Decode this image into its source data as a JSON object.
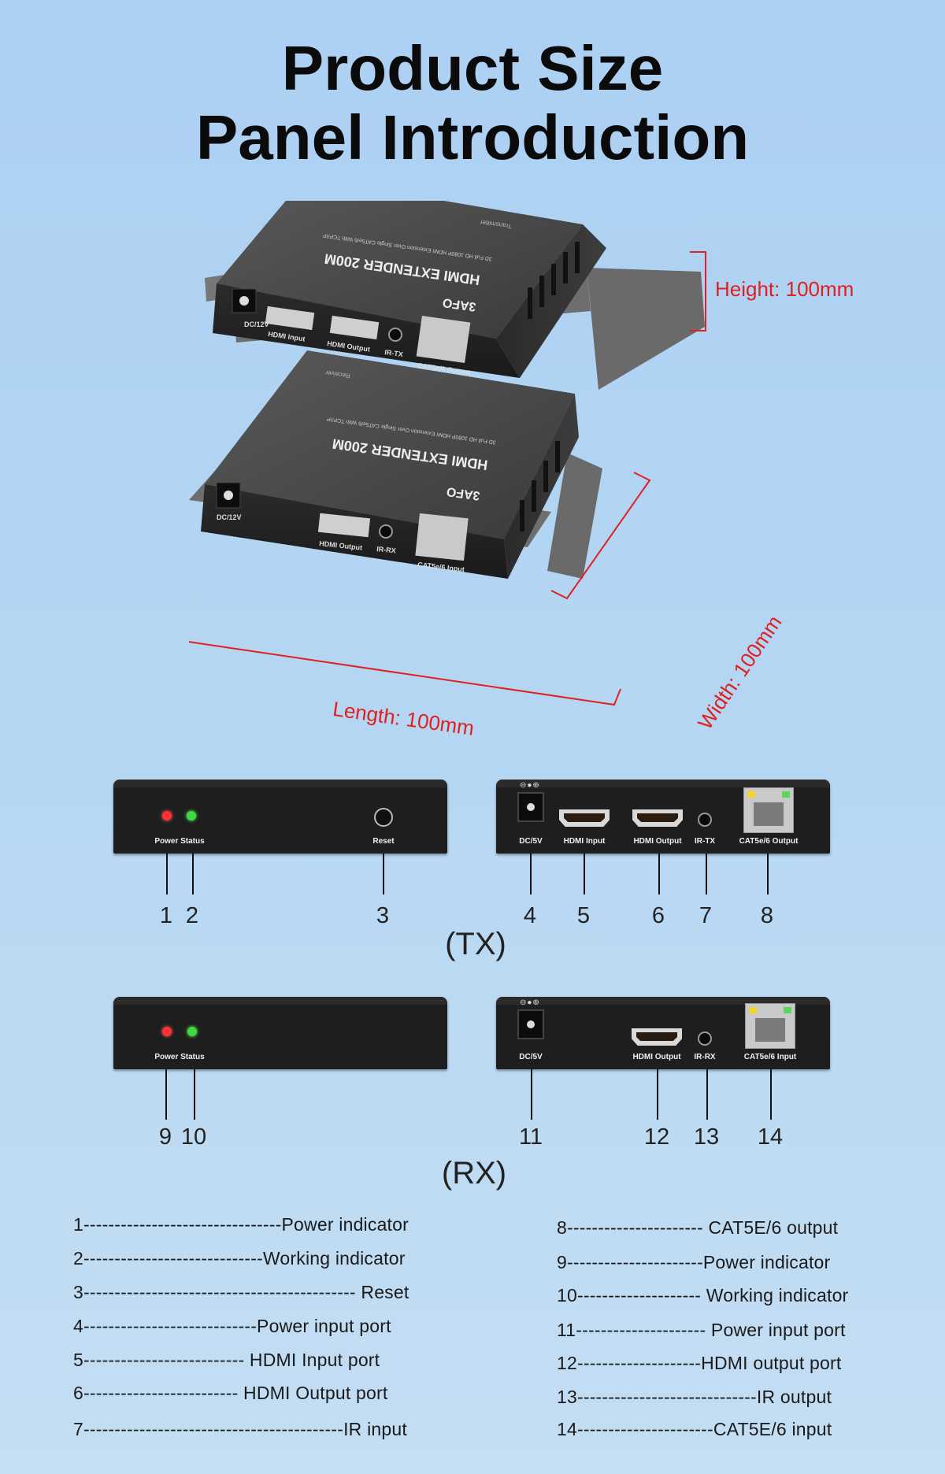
{
  "heading": {
    "line1": "Product Size",
    "line2": "Panel Introduction"
  },
  "dimensions": {
    "height": "Height: 100mm",
    "length": "Length: 100mm",
    "width": "Width: 100mm"
  },
  "device": {
    "transmitter_tag": "Transmitter",
    "receiver_tag": "Receiver",
    "model": "HDMI EXTENDER 200M",
    "tagline": "3D Full HD 1080P HDMI Extension Over Single CAT5e/6 With TCP/IP",
    "brand": "3AFO",
    "tx_ports": [
      "DC/12V",
      "HDMI Input",
      "HDMI Output",
      "IR-TX",
      "CAT5e/6 Output"
    ],
    "rx_ports": [
      "DC/12V",
      "HDMI Output",
      "IR-RX",
      "CAT5e/6 Input"
    ]
  },
  "tx_panel": {
    "front_led_label": "Power Status",
    "reset_label": "Reset",
    "rear": {
      "dc": "DC/5V",
      "hdmi_in": "HDMI Input",
      "hdmi_out": "HDMI Output",
      "ir": "IR-TX",
      "cat": "CAT5e/6 Output"
    },
    "numbers": [
      "1",
      "2",
      "3",
      "4",
      "5",
      "6",
      "7",
      "8"
    ],
    "group_label": "(TX)"
  },
  "rx_panel": {
    "front_led_label": "Power Status",
    "rear": {
      "dc": "DC/5V",
      "hdmi_out": "HDMI Output",
      "ir": "IR-RX",
      "cat": "CAT5e/6 Input"
    },
    "numbers": [
      "9",
      "10",
      "11",
      "12",
      "13",
      "14"
    ],
    "group_label": "(RX)"
  },
  "legend": {
    "left": [
      "1--------------------------------Power indicator",
      "2-----------------------------Working indicator",
      "3-------------------------------------------- Reset",
      "4----------------------------Power input port",
      "5-------------------------- HDMI Input port",
      "6------------------------- HDMI Output port",
      "7------------------------------------------IR input"
    ],
    "right": [
      "8---------------------- CAT5E/6 output",
      "9----------------------Power indicator",
      "10-------------------- Working indicator",
      "11--------------------- Power input port",
      "12--------------------HDMI output port",
      "13-----------------------------IR output",
      "14----------------------CAT5E/6 input"
    ]
  }
}
